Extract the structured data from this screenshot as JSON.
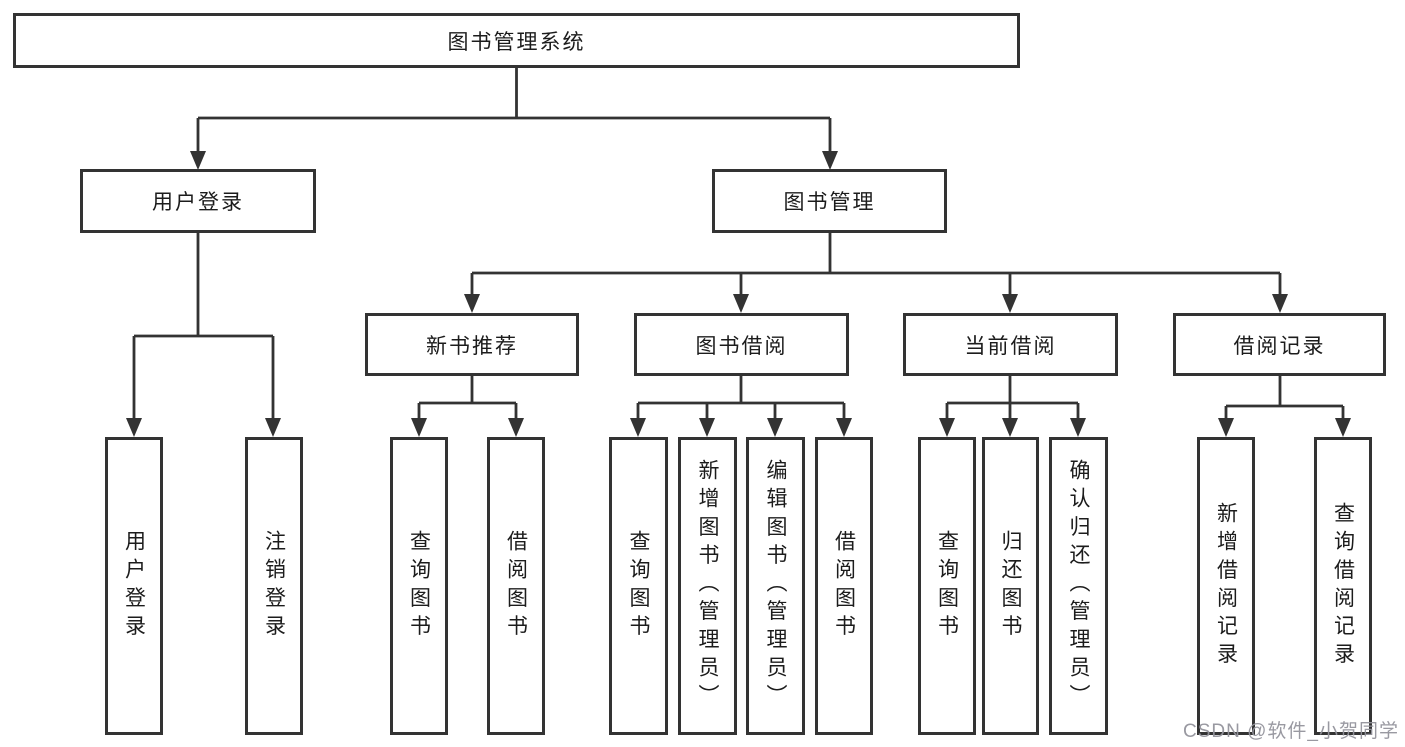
{
  "nodes": {
    "root": "图书管理系统",
    "user_login": "用户登录",
    "book_management": "图书管理",
    "new_book_recommend": "新书推荐",
    "book_borrow": "图书借阅",
    "current_borrow": "当前借阅",
    "borrow_record": "借阅记录",
    "ul_user_login": "用户登录",
    "ul_logout": "注销登录",
    "nb_query_book": "查询图书",
    "nb_borrow_book": "借阅图书",
    "bb_query_book": "查询图书",
    "bb_add_book": "新增图书（管理员）",
    "bb_edit_book": "编辑图书（管理员）",
    "bb_borrow_book": "借阅图书",
    "cb_query_book": "查询图书",
    "cb_return_book": "归还图书",
    "cb_confirm_return": "确认归还（管理员）",
    "br_add_record": "新增借阅记录",
    "br_query_record": "查询借阅记录"
  },
  "watermark": "CSDN @软件_小贺同学",
  "colors": {
    "line": "#333333",
    "text": "#1c1c1c",
    "background": "#ffffff",
    "watermark": "#94949c"
  }
}
